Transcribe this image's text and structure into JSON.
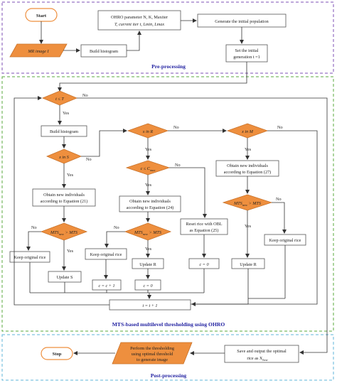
{
  "sections": {
    "pre": "Pre-processing",
    "mts": "MTS-based multilevel thresholding using OHRO",
    "post": "Post-processing"
  },
  "pre": {
    "start": "Start",
    "mr_image": "MR image I",
    "build_hist": "Build histogram",
    "params_1": "OHRO parameter N, K, Maxiter",
    "params_2": "T, current iter t, Lmin, Lmax",
    "gen_pop": "Generate the initial population",
    "set_gen_1": "Set the initial",
    "set_gen_2": "generation t =1"
  },
  "mts": {
    "t_le_T": "t ≤ T",
    "yes": "Yes",
    "no": "No",
    "build_hist": "Build histogram",
    "x_in_S": "x in S",
    "x_in_R": "x in R",
    "x_in_M": "x in M",
    "c_le_cmax": "c ≤ C",
    "cmax_sub": "max",
    "obtain1_1": "Obtain new individuals",
    "obtain1_2": "according to Equation (21)",
    "obtain2_1": "Obtain new individuals",
    "obtain2_2": "according to Equation (24)",
    "obtain3_1": "Obtain new individuals",
    "obtain3_2": "according to Equation (27)",
    "reset_1": "Reset rice with OBL",
    "reset_2": "as Equation (25)",
    "mts_new": "MTS",
    "mts_new_sub": "new",
    "mts_gt": " > MTS",
    "keep1": "Keep original rice",
    "keep2": "Keep original rice",
    "keep3": "Keep original rice",
    "update_S": "Update S",
    "update_R1": "Update R",
    "update_R2": "Update R",
    "c_inc": "c = c + 1",
    "c_zero1": "c = 0",
    "c_zero2": "c = 0",
    "t_inc": "t = t + 1"
  },
  "post": {
    "stop": "Stop",
    "perform_1": "Perform the thresholding",
    "perform_2": "using optimal threshold",
    "perform_3": "to generate image",
    "save_1": "Save and output the optimal",
    "save_2": "rice as X",
    "save_sub": "best"
  },
  "colors": {
    "accent_orange": "#ee8f3e",
    "pre_border": "#7d4fb4",
    "mts_border": "#5aa83c",
    "post_border": "#5fb6d9",
    "section_title": "#1f1fa0"
  }
}
